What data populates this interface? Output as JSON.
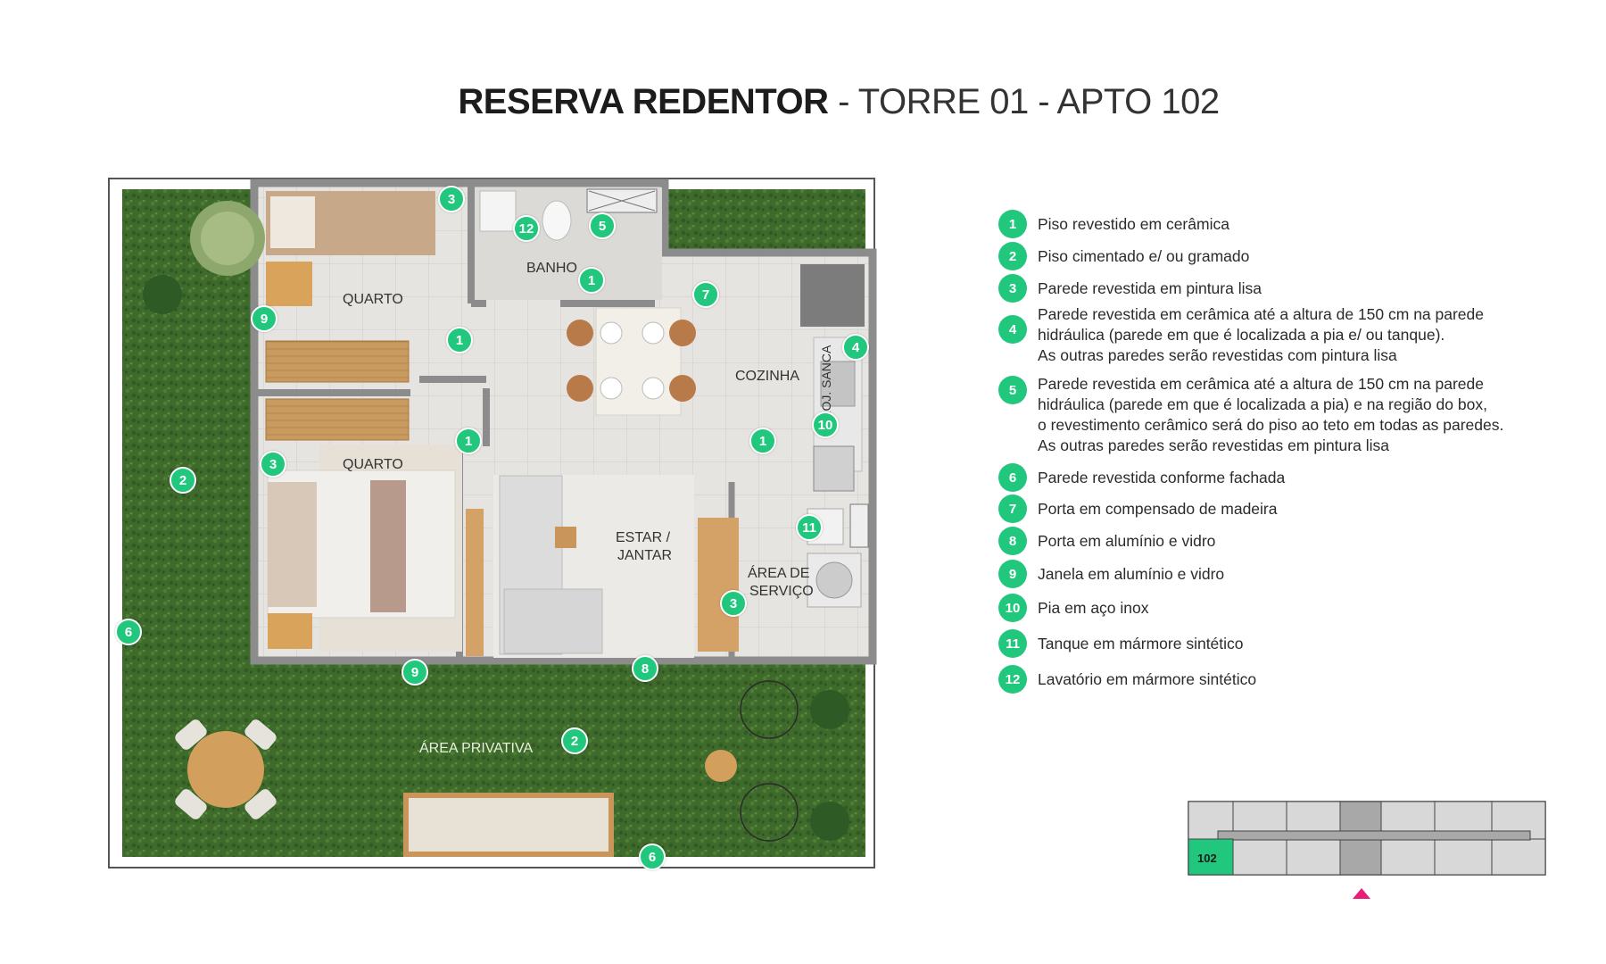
{
  "title": {
    "bold": "RESERVA REDENTOR",
    "light": "- TORRE 01 - APTO 102"
  },
  "rooms": {
    "quarto1": "QUARTO",
    "quarto2": "QUARTO",
    "banho": "BANHO",
    "cozinha": "COZINHA",
    "estar_line1": "ESTAR /",
    "estar_line2": "JANTAR",
    "servico_line1": "ÁREA DE",
    "servico_line2": "SERVIÇO",
    "privativa": "ÁREA PRIVATIVA",
    "sanca": "PROJ. SANCA"
  },
  "markers": [
    "3",
    "12",
    "5",
    "1",
    "9",
    "7",
    "1",
    "4",
    "1",
    "10",
    "1",
    "3",
    "2",
    "11",
    "3",
    "6",
    "9",
    "8",
    "2",
    "6"
  ],
  "legend": [
    {
      "num": "1",
      "lines": [
        "Piso revestido em cerâmica"
      ]
    },
    {
      "num": "2",
      "lines": [
        "Piso cimentado e/ ou gramado"
      ]
    },
    {
      "num": "3",
      "lines": [
        "Parede revestida em pintura lisa"
      ]
    },
    {
      "num": "4",
      "lines": [
        "Parede revestida em cerâmica até a altura de 150 cm na parede",
        "hidráulica (parede em que é localizada a pia e/ ou tanque).",
        "As outras paredes serão revestidas com pintura lisa"
      ]
    },
    {
      "num": "5",
      "lines": [
        "Parede revestida em cerâmica até a altura de 150 cm na parede",
        "hidráulica (parede em que é localizada a pia) e na região do box,",
        "o revestimento cerâmico será do piso ao teto em todas as paredes.",
        "As outras paredes serão revestidas em pintura lisa"
      ]
    },
    {
      "num": "6",
      "lines": [
        "Parede revestida conforme fachada"
      ]
    },
    {
      "num": "7",
      "lines": [
        "Porta em compensado de madeira"
      ]
    },
    {
      "num": "8",
      "lines": [
        "Porta em alumínio e vidro"
      ]
    },
    {
      "num": "9",
      "lines": [
        "Janela em alumínio e vidro"
      ]
    },
    {
      "num": "10",
      "lines": [
        "Pia em aço inox"
      ]
    },
    {
      "num": "11",
      "lines": [
        "Tanque em mármore sintético"
      ]
    },
    {
      "num": "12",
      "lines": [
        "Lavatório em mármore sintético"
      ]
    }
  ],
  "keyplan": {
    "unit_label": "102",
    "highlight_color": "#22c77e",
    "arrow_color": "#e91e7a"
  },
  "colors": {
    "accent": "#22c77e",
    "grass": "#3f6b2c",
    "floor": "#e4e2df",
    "wood": "#c9955a"
  }
}
